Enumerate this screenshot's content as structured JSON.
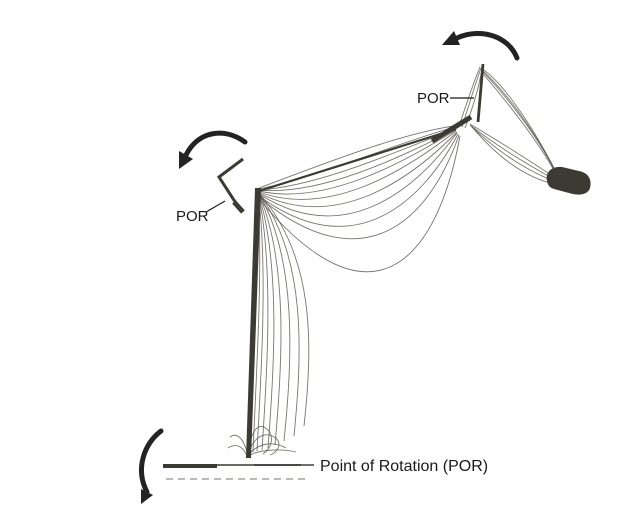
{
  "title": "Articulated arm point-of-rotation diagram",
  "labels": {
    "por_middle": "POR",
    "por_top": "POR",
    "por_base": "Point of Rotation (POR)"
  },
  "icons": {
    "rotation_arrow_top": "curved-rotation-arrow",
    "rotation_arrow_middle": "curved-rotation-arrow",
    "rotation_arrow_bottom": "curved-rotation-arrow"
  },
  "colors": {
    "sweep_line": "#55544b",
    "structure": "#3c3b33",
    "arrow": "#232323",
    "text": "#1a1a1a",
    "dashed_line": "#a3a39b",
    "background": "#ffffff"
  }
}
